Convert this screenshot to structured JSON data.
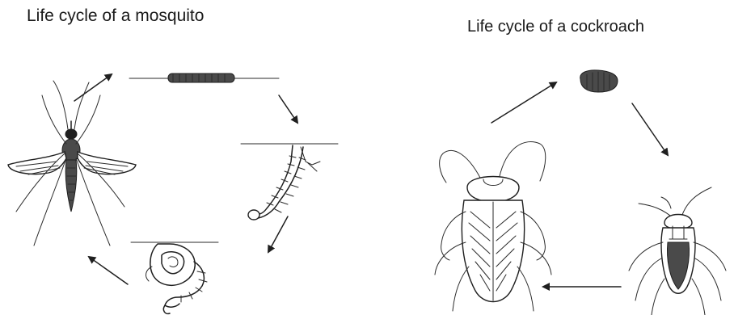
{
  "diagrams": {
    "mosquito": {
      "title": "Life cycle of a mosquito",
      "stages": [
        "eggs-raft",
        "larva",
        "pupa",
        "adult"
      ]
    },
    "cockroach": {
      "title": "Life cycle of a cockroach",
      "stages": [
        "egg-case",
        "nymph",
        "adult"
      ]
    }
  }
}
